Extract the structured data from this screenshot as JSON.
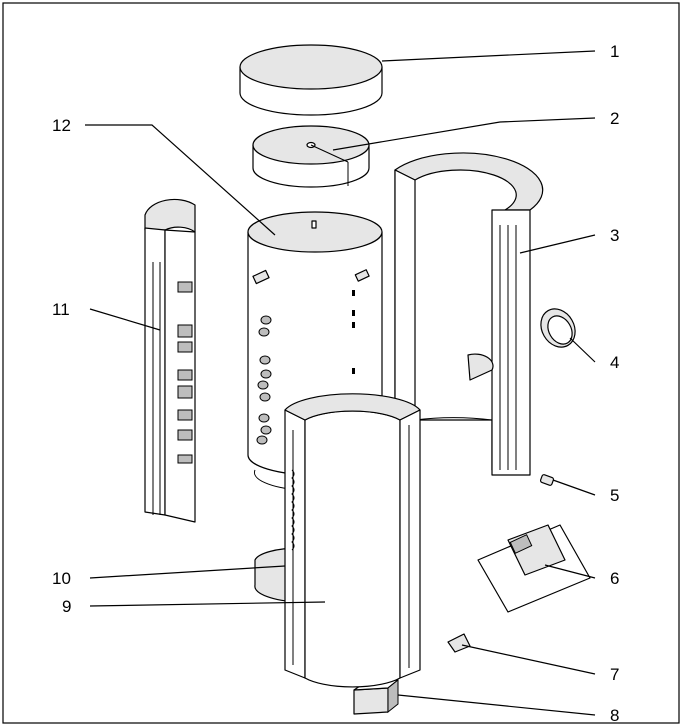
{
  "callouts": [
    {
      "id": "1"
    },
    {
      "id": "2"
    },
    {
      "id": "3"
    },
    {
      "id": "4"
    },
    {
      "id": "5"
    },
    {
      "id": "6"
    },
    {
      "id": "7"
    },
    {
      "id": "8"
    },
    {
      "id": "9"
    },
    {
      "id": "10"
    },
    {
      "id": "11"
    },
    {
      "id": "12"
    }
  ]
}
